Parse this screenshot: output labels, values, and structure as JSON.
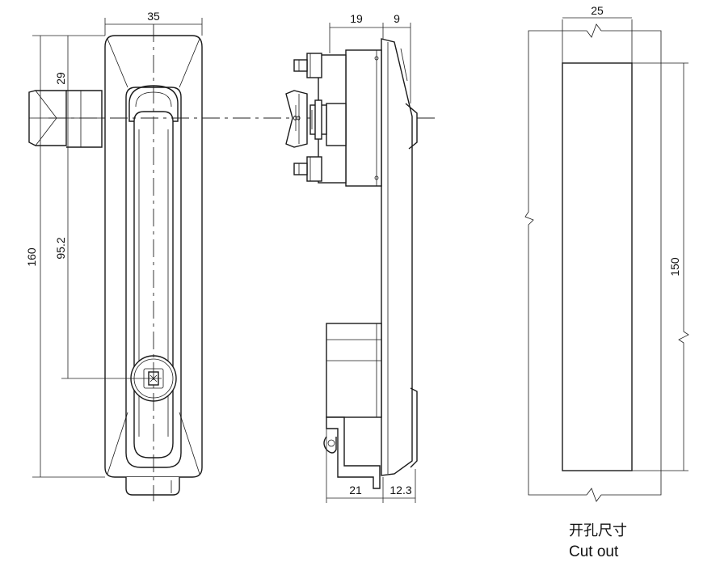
{
  "front_view": {
    "width_dim": "35",
    "height_dim": "160",
    "pivot_dim": "29",
    "hole_spacing_dim": "95.2"
  },
  "side_view": {
    "body_depth_dim": "19",
    "plate_dim": "9",
    "shaft_dim": "8",
    "cam_dim": "21",
    "cam_offset_dim": "12.3"
  },
  "cutout_view": {
    "width_dim": "25",
    "height_dim": "150",
    "caption_cn": "开孔尺寸",
    "caption_en": "Cut out"
  }
}
